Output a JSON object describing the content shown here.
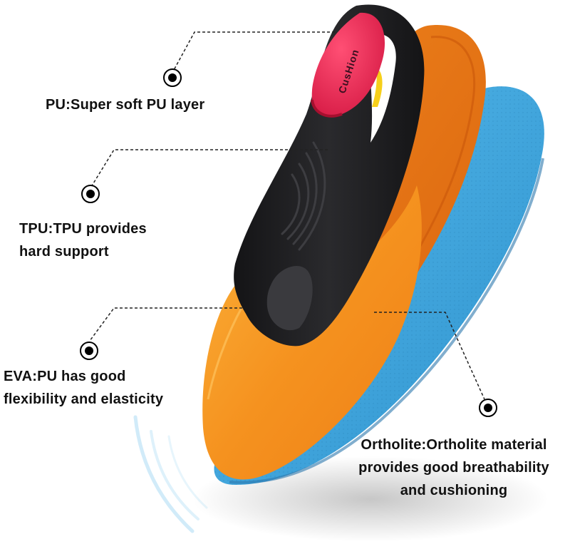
{
  "brand": {
    "logo_text": "CusHion"
  },
  "colors": {
    "pu_layer": "#ee2a55",
    "tpu_layer": "#1e1e20",
    "eva_layer": "#f3901e",
    "ortholite_layer": "#3ea7e0",
    "accent_yellow": "#f6cf1a",
    "text": "#111111"
  },
  "labels": {
    "pu": {
      "lines": [
        "PU:Super soft PU layer"
      ]
    },
    "tpu": {
      "lines": [
        "TPU:TPU provides",
        "hard support"
      ]
    },
    "eva": {
      "lines": [
        "EVA:PU has good",
        "flexibility and elasticity"
      ]
    },
    "ortholite": {
      "lines": [
        "Ortholite:Ortholite material",
        "provides good breathability",
        "and cushioning"
      ]
    }
  }
}
